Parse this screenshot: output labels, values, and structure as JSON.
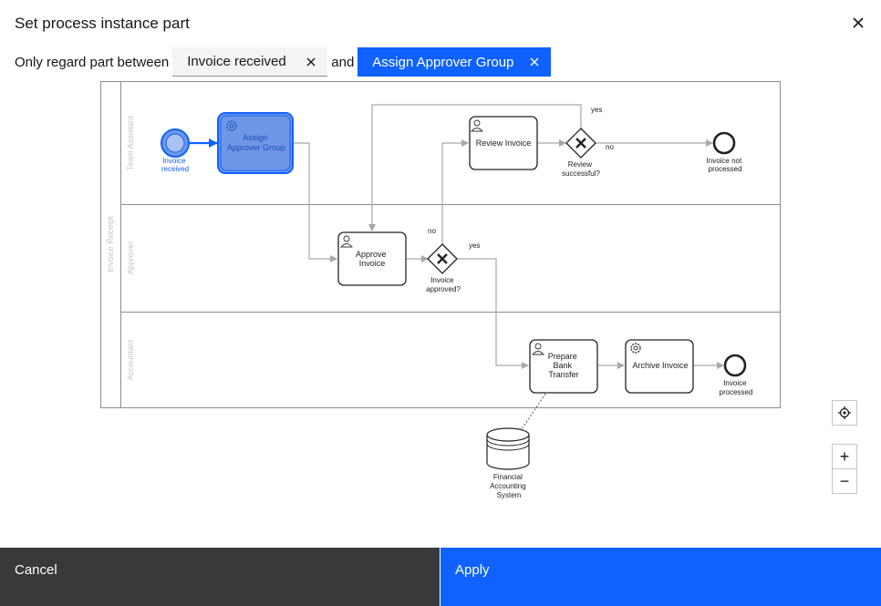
{
  "dialog": {
    "title": "Set process instance part",
    "close_icon": "close-icon"
  },
  "part_selector": {
    "label": "Only regard part between",
    "start": "Invoice received",
    "connector": "and",
    "end": "Assign Approver Group",
    "remove_icon": "close-icon"
  },
  "diagram": {
    "pool": "Invoice Receipt",
    "lanes": [
      "Team Assistant",
      "Approver",
      "Accountant"
    ],
    "events": {
      "start": [
        "Invoice",
        "received"
      ],
      "end_not_processed": [
        "Invoice not",
        "processed"
      ],
      "end_processed": [
        "Invoice",
        "processed"
      ]
    },
    "tasks": {
      "assign": [
        "Assign",
        "Approver Group"
      ],
      "review": [
        "Review Invoice"
      ],
      "approve": [
        "Approve",
        "Invoice"
      ],
      "prepare": [
        "Prepare",
        "Bank",
        "Transfer"
      ],
      "archive": [
        "Archive Invoice"
      ]
    },
    "gateways": {
      "review": [
        "Review",
        "successful?"
      ],
      "approved": [
        "Invoice",
        "approved?"
      ]
    },
    "flow_labels": {
      "review_yes": "yes",
      "review_no": "no",
      "approved_no": "no",
      "approved_yes": "yes"
    },
    "datastore": [
      "Financial",
      "Accounting",
      "System"
    ],
    "colors": {
      "selected_fill": "#6e97e8",
      "selected_stroke": "#0f62fe",
      "flow": "#a8a8a8"
    }
  },
  "zoom": {
    "recenter_icon": "crosshair-icon",
    "zoom_in": "+",
    "zoom_out": "−"
  },
  "footer": {
    "cancel_label": "Cancel",
    "apply_label": "Apply"
  }
}
